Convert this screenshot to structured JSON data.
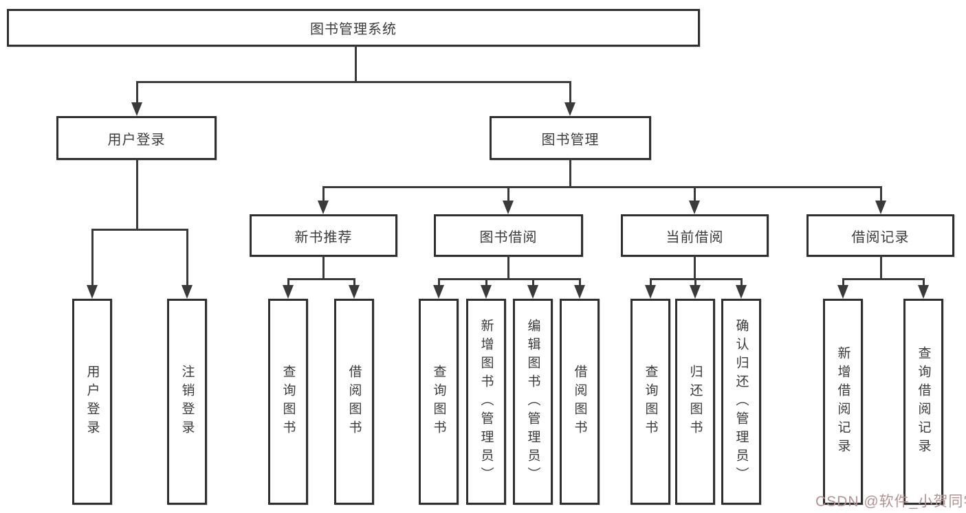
{
  "diagram": {
    "root": {
      "label": "图书管理系统"
    },
    "branches": [
      {
        "label": "用户登录",
        "children": [
          {
            "label": "用户登录"
          },
          {
            "label": "注销登录"
          }
        ]
      },
      {
        "label": "图书管理",
        "children": [
          {
            "label": "新书推荐",
            "children": [
              {
                "label": "查询图书"
              },
              {
                "label": "借阅图书"
              }
            ]
          },
          {
            "label": "图书借阅",
            "children": [
              {
                "label": "查询图书"
              },
              {
                "label": "新增图书（管理员）"
              },
              {
                "label": "编辑图书（管理员）"
              },
              {
                "label": "借阅图书"
              }
            ]
          },
          {
            "label": "当前借阅",
            "children": [
              {
                "label": "查询图书"
              },
              {
                "label": "归还图书"
              },
              {
                "label": "确认归还（管理员）"
              }
            ]
          },
          {
            "label": "借阅记录",
            "children": [
              {
                "label": "新增借阅记录"
              },
              {
                "label": "查询借阅记录"
              }
            ]
          }
        ]
      }
    ]
  },
  "watermark": {
    "text": "CSDN @软件_小贺同学"
  },
  "colors": {
    "line": "#3a3a3a",
    "box_border": "#2f2f2f",
    "text": "#3b3b3b",
    "background": "#ffffff",
    "watermark": "#b29292"
  }
}
